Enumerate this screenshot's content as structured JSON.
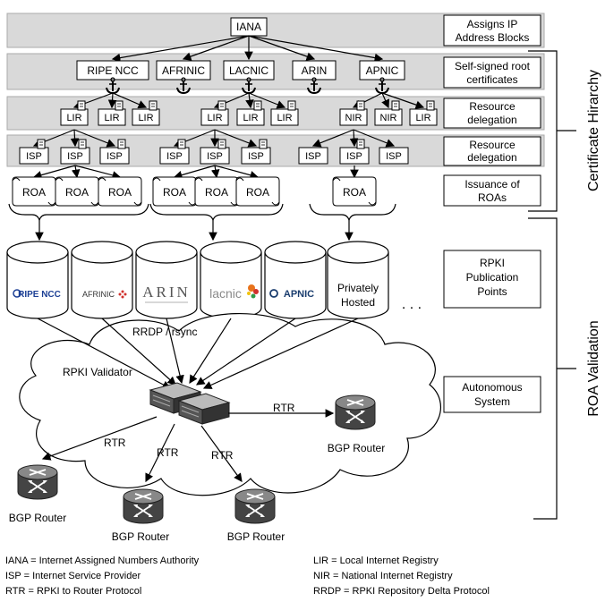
{
  "bands": {
    "iana": "Assigns IP Address Blocks",
    "rir": "Self-signed root certificates",
    "lir": "Resource delegation",
    "isp": "Resource delegation",
    "roa": "Issuance of ROAs"
  },
  "band_lines": {
    "iana": [
      "Assigns IP",
      "Address Blocks"
    ],
    "rir": [
      "Self-signed root",
      "certificates"
    ],
    "lir": [
      "Resource",
      "delegation"
    ],
    "isp": [
      "Resource",
      "delegation"
    ],
    "roa": [
      "Issuance of",
      "ROAs"
    ],
    "pub": [
      "RPKI",
      "Publication",
      "Points"
    ],
    "as": [
      "Autonomous",
      "System"
    ]
  },
  "nodes": {
    "iana": "IANA",
    "rirs": [
      "RIPE NCC",
      "AFRINIC",
      "LACNIC",
      "ARIN",
      "APNIC"
    ],
    "lir": "LIR",
    "nir": "NIR",
    "isp": "ISP",
    "roa": "ROA"
  },
  "pub_points": [
    "RIPE NCC",
    "AFRINIC",
    "ARIN",
    "lacnic",
    "APNIC",
    "Privately Hosted"
  ],
  "ellipsis": ". . .",
  "side_labels": {
    "hierarchy": "Certificate Hirarchy",
    "validation": "ROA Validation"
  },
  "network": {
    "validator": "RPKI Validator",
    "rrdp": "RRDP / rsync",
    "rtr": "RTR",
    "router": "BGP Router"
  },
  "legend": [
    "IANA = Internet Assigned Numbers Authority",
    "ISP = Internet Service Provider",
    "RTR = RPKI to Router Protocol",
    "LIR = Local Internet Registry",
    "NIR = National Internet Registry",
    "RRDP = RPKI Repository Delta Protocol"
  ],
  "colors": {
    "band": "#d9d9d9",
    "ripe": "#1c3f94",
    "afrinic_red": "#d0312d",
    "arin": "#555555",
    "lacnic_grey": "#8a8a8a",
    "apnic": "#1a3d6e"
  }
}
